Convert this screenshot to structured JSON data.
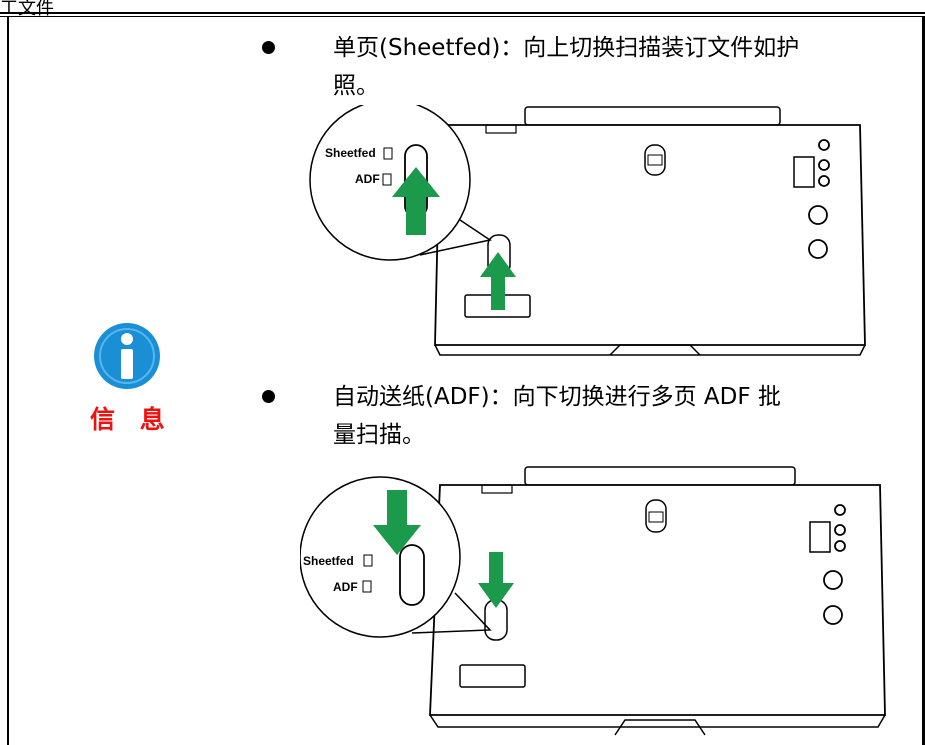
{
  "page": {
    "header_fragment": "工文件"
  },
  "note": {
    "icon": "info-icon",
    "label": "信 息",
    "label_color": "#e11111",
    "icon_color": "#1a8fd6"
  },
  "items": [
    {
      "text_line1": "单页(Sheetfed)：向上切换扫描装订文件如护",
      "text_line2": "照。",
      "diagram": {
        "callout_sheetfed": "Sheetfed",
        "callout_adf": "ADF",
        "arrow_direction": "up",
        "arrow_color": "#1a9a4a"
      }
    },
    {
      "text_line1": "自动送纸(ADF)：向下切换进行多页 ADF 批",
      "text_line2": "量扫描。",
      "diagram": {
        "callout_sheetfed": "Sheetfed",
        "callout_adf": "ADF",
        "arrow_direction": "down",
        "arrow_color": "#1a9a4a"
      }
    }
  ]
}
